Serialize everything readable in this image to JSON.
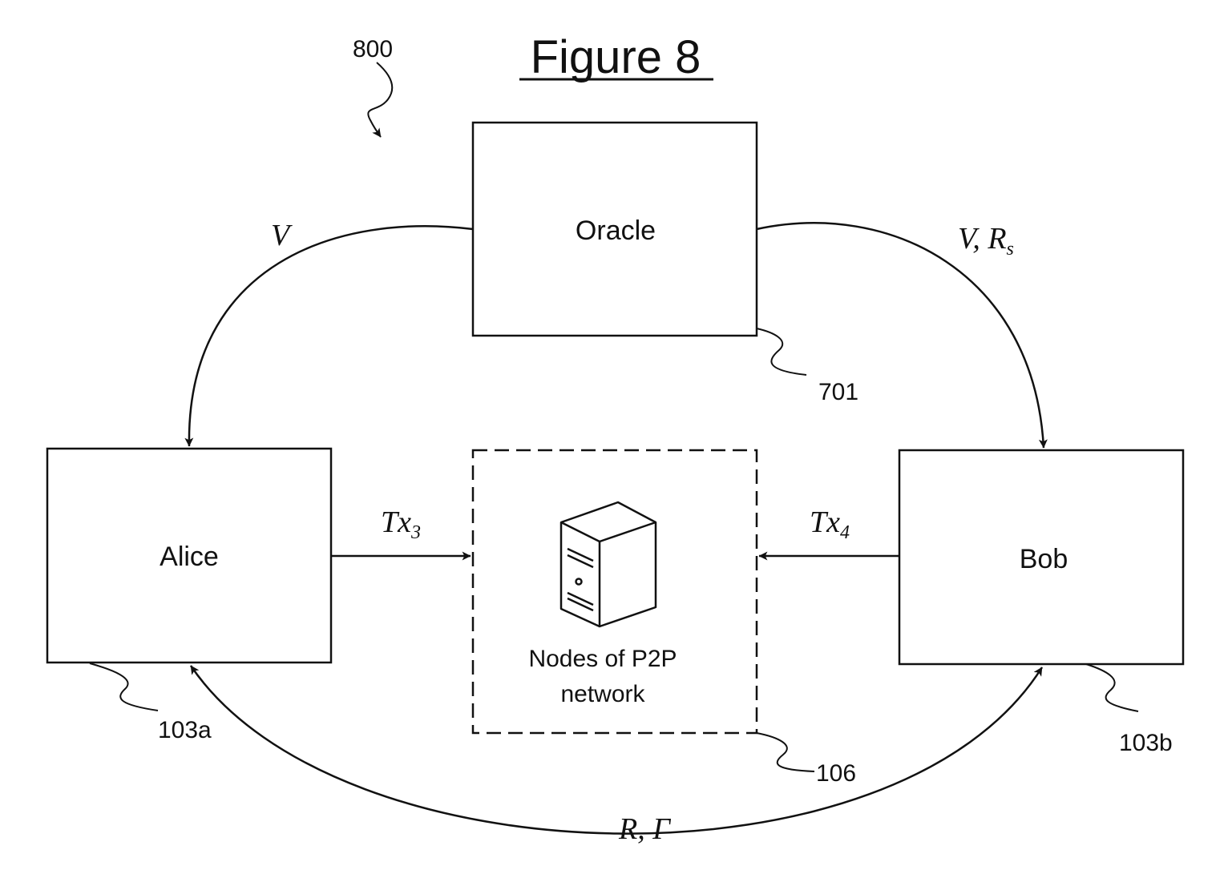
{
  "figure": {
    "title": "Figure 8",
    "ref_main": "800"
  },
  "nodes": {
    "oracle": {
      "label": "Oracle",
      "ref": "701"
    },
    "alice": {
      "label": "Alice",
      "ref": "103a"
    },
    "bob": {
      "label": "Bob",
      "ref": "103b"
    },
    "network": {
      "label_line1": "Nodes of P2P",
      "label_line2": "network",
      "ref": "106",
      "icon": "server-icon"
    }
  },
  "edges": {
    "oracle_to_alice": {
      "label": "V"
    },
    "oracle_to_bob": {
      "label_main": "V, R",
      "label_sub": "s"
    },
    "alice_to_network": {
      "label_main": "Tx",
      "label_sub": "3"
    },
    "bob_to_network": {
      "label_main": "Tx",
      "label_sub": "4"
    },
    "alice_bob": {
      "label": "R, Γ"
    }
  }
}
